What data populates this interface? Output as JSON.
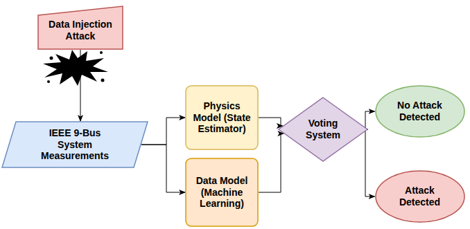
{
  "diagram": {
    "nodes": [
      {
        "text": [
          "Data Injection Attack"
        ]
      },
      {
        "text": [
          "IEEE 9-Bus System Measurements"
        ]
      },
      {
        "text": [
          "Physics Model (State Estimator)"
        ]
      },
      {
        "text": [
          "Data Model (Machine Learning)"
        ]
      },
      {
        "text": [
          "Voting System"
        ]
      },
      {
        "text": [
          "No Attack Detected"
        ]
      },
      {
        "text": [
          "Attack Detected"
        ]
      }
    ],
    "edges": [
      {
        "from": 0,
        "to": 1,
        "arrow": "to"
      },
      {
        "from": 1,
        "to": 2,
        "arrow": "to"
      },
      {
        "from": 1,
        "to": 3,
        "arrow": "to"
      },
      {
        "from": 2,
        "to": 4,
        "arrow": "to"
      },
      {
        "from": 3,
        "to": 4,
        "arrow": "to"
      },
      {
        "from": 4,
        "to": 5,
        "arrow": "to"
      },
      {
        "from": 4,
        "to": 6,
        "arrow": "to"
      }
    ]
  }
}
